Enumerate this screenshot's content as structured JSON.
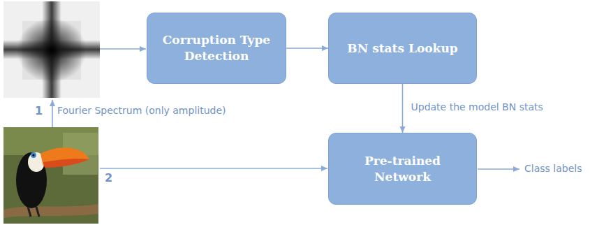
{
  "diagram": {
    "nodes": [
      {
        "text": [
          "Corruption Type Detection"
        ]
      },
      {
        "text": [
          "BN stats Lookup"
        ]
      },
      {
        "text": [
          "Pre-trained Network"
        ]
      }
    ],
    "edges": [
      {
        "from": 0,
        "to": 1,
        "arrow": "to"
      },
      {
        "from": 1,
        "to": 2,
        "arrow": "to",
        "label": "Update the model BN stats"
      }
    ],
    "labels": [
      "1",
      "Fourier Spectrum (only amplitude)",
      "2",
      "Class labels"
    ]
  }
}
